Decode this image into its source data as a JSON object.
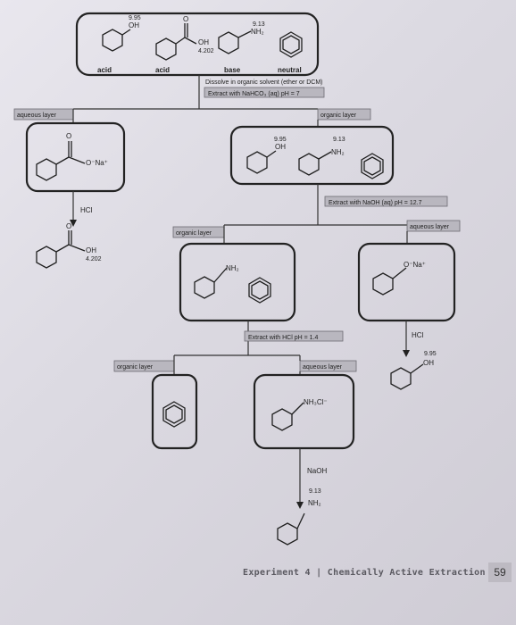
{
  "top": {
    "pka_benzoic": "9.95",
    "oh_phenol": "OH",
    "pka_aniline": "9.13",
    "nh2": "NH₂",
    "oh_acid": "OH",
    "pka_acid": "4.202",
    "o_label": "O",
    "labels": [
      "acid",
      "acid",
      "base",
      "neutral"
    ]
  },
  "step1": {
    "dissolve": "Dissolve in organic solvent (ether or DCM)",
    "extract": "Extract with NaHCO₃ (aq) pH = 7"
  },
  "branch1": {
    "left_tag": "aqueous layer",
    "right_tag": "organic layer",
    "carboxylate_o": "O",
    "carboxylate": "O⁻Na⁺",
    "hcl": "HCl",
    "product_o": "O",
    "product_oh": "OH",
    "product_pka": "4.202"
  },
  "org1": {
    "pka_phenol": "9.95",
    "oh": "OH",
    "pka_aniline": "9.13",
    "nh2": "NH₂"
  },
  "step2": {
    "extract": "Extract with NaOH (aq) pH = 12.7",
    "organic_tag": "organic layer",
    "aqueous_tag": "aqueous layer"
  },
  "org2": {
    "nh2": "NH₂"
  },
  "aq2": {
    "phenoxide": "O⁻Na⁺",
    "hcl": "HCl",
    "pka": "9.95",
    "oh": "OH"
  },
  "step3": {
    "extract": "Extract with HCl pH = 1.4",
    "organic_tag": "organic layer",
    "aqueous_tag": "aqueous layer"
  },
  "aq3": {
    "ammonium": "NH₃Cl⁻",
    "naoh": "NaOH",
    "pka": "9.13",
    "nh2": "NH₂"
  },
  "footer": {
    "text": "Experiment 4 | Chemically Active Extraction",
    "page": "59"
  }
}
